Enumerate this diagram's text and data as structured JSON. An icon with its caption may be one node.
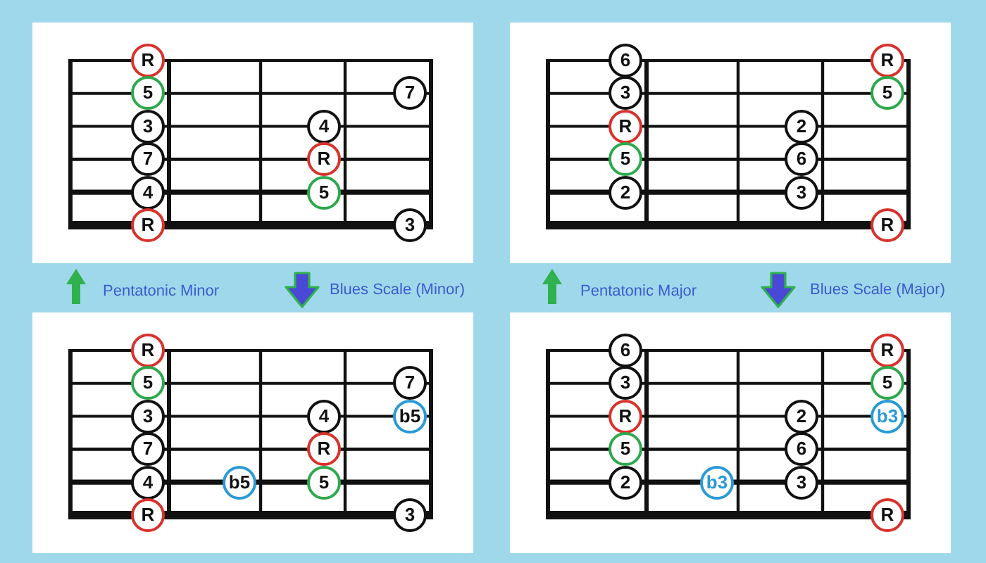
{
  "diagram": {
    "nodes": [
      {
        "text": [],
        "shape": "box",
        "beside": [
          "Pentatonic Minor"
        ]
      },
      {
        "text": [
          "R"
        ],
        "in": 0
      },
      {
        "text": [
          "5"
        ],
        "in": 0
      },
      {
        "text": [
          "7"
        ],
        "in": 0
      },
      {
        "text": [
          "3"
        ],
        "in": 0
      },
      {
        "text": [
          "4"
        ],
        "in": 0
      },
      {
        "text": [
          "7"
        ],
        "in": 0
      },
      {
        "text": [
          "R"
        ],
        "in": 0
      },
      {
        "text": [
          "4"
        ],
        "in": 0
      },
      {
        "text": [
          "5"
        ],
        "in": 0
      },
      {
        "text": [
          "R"
        ],
        "in": 0
      },
      {
        "text": [
          "3"
        ],
        "in": 0
      },
      {
        "text": [],
        "shape": "box",
        "beside": [
          "Pentatonic Major"
        ]
      },
      {
        "text": [
          "6"
        ],
        "in": 12
      },
      {
        "text": [
          "R"
        ],
        "in": 12
      },
      {
        "text": [
          "3"
        ],
        "in": 12
      },
      {
        "text": [
          "5"
        ],
        "in": 12
      },
      {
        "text": [
          "R"
        ],
        "in": 12
      },
      {
        "text": [
          "2"
        ],
        "in": 12
      },
      {
        "text": [
          "5"
        ],
        "in": 12
      },
      {
        "text": [
          "6"
        ],
        "in": 12
      },
      {
        "text": [
          "2"
        ],
        "in": 12
      },
      {
        "text": [
          "3"
        ],
        "in": 12
      },
      {
        "text": [
          "R"
        ],
        "in": 12
      },
      {
        "text": [],
        "shape": "box",
        "beside": [
          "Blues Scale (Minor)"
        ]
      },
      {
        "text": [
          "R"
        ],
        "in": 24
      },
      {
        "text": [
          "5"
        ],
        "in": 24
      },
      {
        "text": [
          "7"
        ],
        "in": 24
      },
      {
        "text": [
          "3"
        ],
        "in": 24
      },
      {
        "text": [
          "4"
        ],
        "in": 24
      },
      {
        "text": [
          "b5"
        ],
        "in": 24
      },
      {
        "text": [
          "7"
        ],
        "in": 24
      },
      {
        "text": [
          "R"
        ],
        "in": 24
      },
      {
        "text": [
          "4"
        ],
        "in": 24
      },
      {
        "text": [
          "b5"
        ],
        "in": 24
      },
      {
        "text": [
          "5"
        ],
        "in": 24
      },
      {
        "text": [
          "R"
        ],
        "in": 24
      },
      {
        "text": [
          "3"
        ],
        "in": 24
      },
      {
        "text": [],
        "shape": "box",
        "beside": [
          "Blues Scale (Major)"
        ]
      },
      {
        "text": [
          "6"
        ],
        "in": 38
      },
      {
        "text": [
          "R"
        ],
        "in": 38
      },
      {
        "text": [
          "3"
        ],
        "in": 38
      },
      {
        "text": [
          "5"
        ],
        "in": 38
      },
      {
        "text": [
          "R"
        ],
        "in": 38
      },
      {
        "text": [
          "2"
        ],
        "in": 38
      },
      {
        "text": [
          "b3"
        ],
        "in": 38
      },
      {
        "text": [
          "5"
        ],
        "in": 38
      },
      {
        "text": [
          "6"
        ],
        "in": 38
      },
      {
        "text": [
          "2"
        ],
        "in": 38
      },
      {
        "text": [
          "b3"
        ],
        "in": 38
      },
      {
        "text": [
          "3"
        ],
        "in": 38
      },
      {
        "text": [
          "R"
        ],
        "in": 38
      }
    ]
  }
}
